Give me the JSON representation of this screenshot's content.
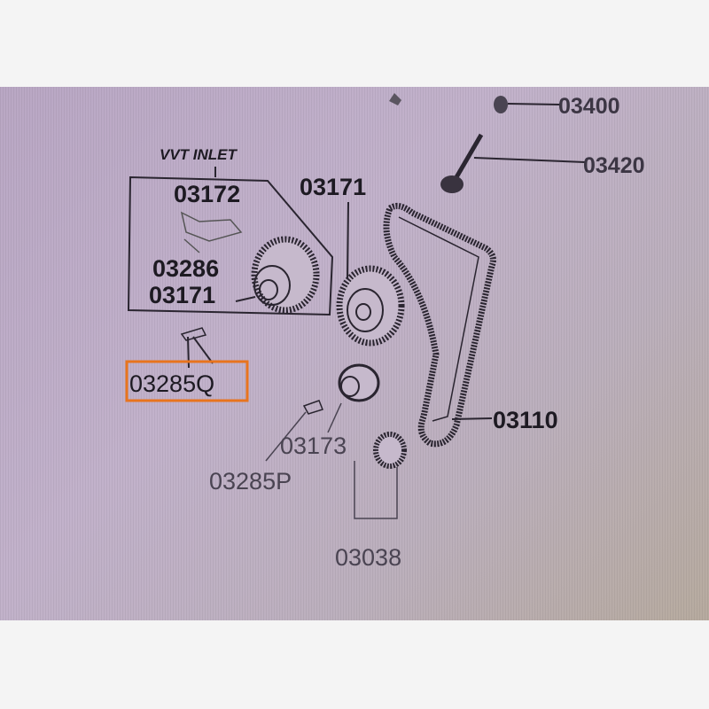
{
  "diagram": {
    "group_header": "VVT INLET",
    "labels": {
      "p03400": "03400",
      "p03420": "03420",
      "p03172": "03172",
      "p03171_right": "03171",
      "p03286": "03286",
      "p03171_box": "03171",
      "p03285Q": "03285Q",
      "p03110": "03110",
      "p03173": "03173",
      "p03285P": "03285P",
      "p03038": "03038"
    },
    "highlight_color": "#e8741e"
  }
}
